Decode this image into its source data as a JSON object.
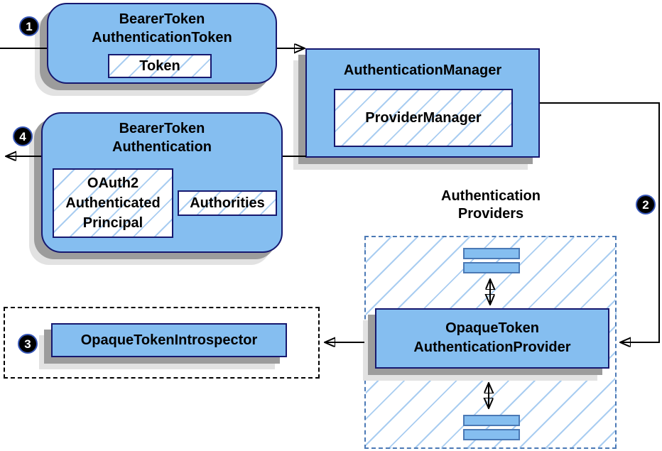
{
  "colors": {
    "node_fill": "#85bef0",
    "node_border": "#16186f",
    "hatch_line": "#a9cdf1",
    "zone_border": "#4b79b5",
    "shadow_dark": "#9c9c9c",
    "shadow_light": "#e2e2e2",
    "line_color": "#000000",
    "badge_bg": "#000000",
    "badge_ring": "#3757b8",
    "badge_text": "#ffffff"
  },
  "badges": {
    "step1": "1",
    "step2": "2",
    "step3": "3",
    "step4": "4"
  },
  "nodes": {
    "bearer_token_authentication_token": {
      "title_lines": [
        "BearerToken",
        "AuthenticationToken"
      ],
      "token_label": "Token"
    },
    "authentication_manager": {
      "title": "AuthenticationManager",
      "provider_manager_label": "ProviderManager"
    },
    "bearer_token_authentication": {
      "title_lines": [
        "BearerToken",
        "Authentication"
      ],
      "principal_lines": [
        "OAuth2",
        "Authenticated",
        "Principal"
      ],
      "authorities_label": "Authorities"
    },
    "authentication_providers": {
      "label_lines": [
        "Authentication",
        "Providers"
      ],
      "opaque_provider_lines": [
        "OpaqueToken",
        "AuthenticationProvider"
      ]
    },
    "opaque_token_introspector": {
      "title": "OpaqueTokenIntrospector"
    }
  }
}
